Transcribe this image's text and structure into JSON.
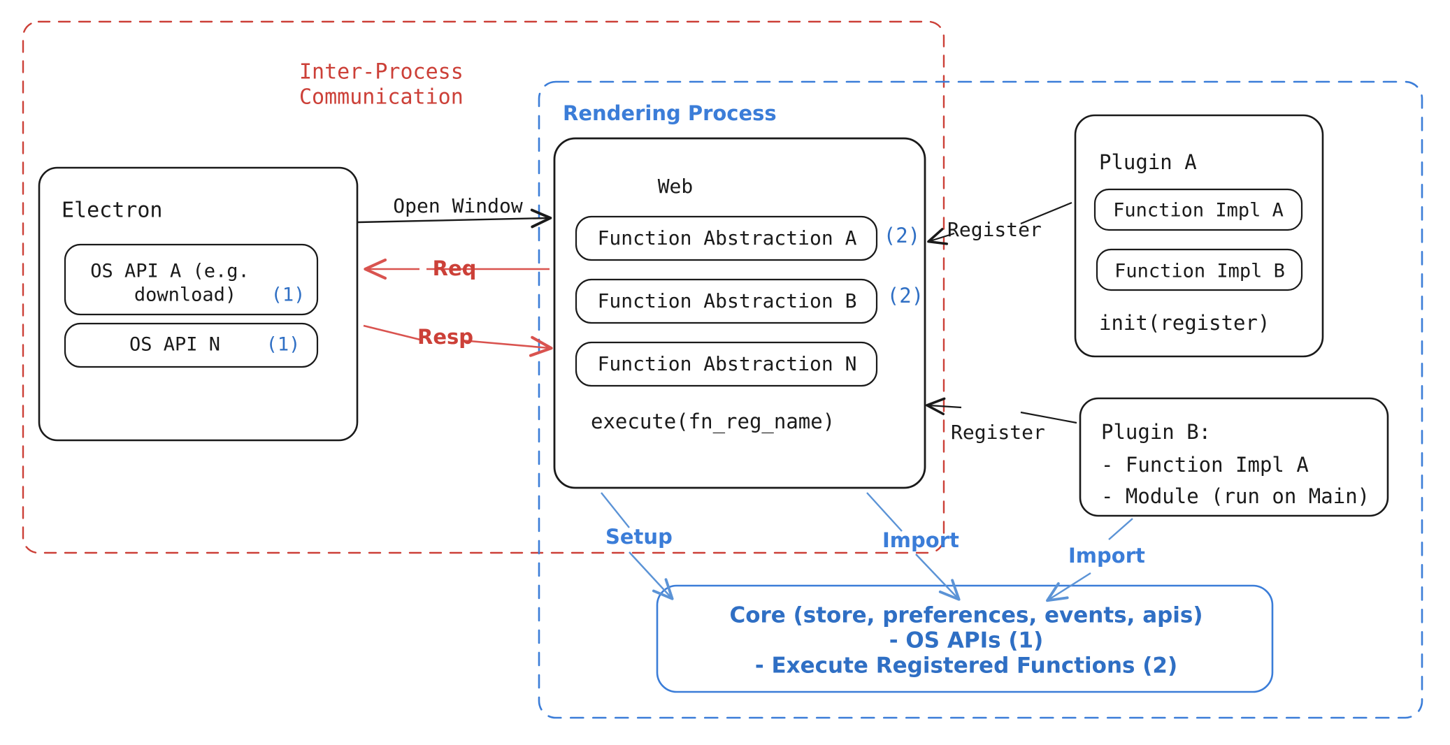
{
  "colors": {
    "ipc_red": "#cc4038",
    "render_blue": "#3b7dd8",
    "core_blue": "#2f6fc4",
    "node_stroke": "#1a1a1a",
    "text_dark": "#1a1a1a",
    "background": "#ffffff"
  },
  "groups": {
    "ipc": {
      "label_line1": "Inter-Process",
      "label_line2": "Communication",
      "style": "dashed-red"
    },
    "rendering": {
      "label": "Rendering Process",
      "style": "dashed-blue"
    }
  },
  "electron": {
    "title": "Electron",
    "apis": [
      {
        "line1": "OS API A (e.g.",
        "line2": "download)",
        "marker": "(1)"
      },
      {
        "line1": "OS API N",
        "line2": "",
        "marker": "(1)"
      }
    ]
  },
  "web": {
    "title": "Web",
    "abstractions": [
      {
        "label": "Function Abstraction A",
        "marker": "(2)"
      },
      {
        "label": "Function Abstraction B",
        "marker": "(2)"
      },
      {
        "label": "Function Abstraction N",
        "marker": ""
      }
    ],
    "footer": "execute(fn_reg_name)"
  },
  "plugin_a": {
    "title": "Plugin A",
    "functions": [
      "Function Impl A",
      "Function Impl B"
    ],
    "footer": "init(register)"
  },
  "plugin_b": {
    "title": "Plugin B:",
    "items": [
      "- Function Impl A",
      "- Module (run on Main)"
    ]
  },
  "core": {
    "line1": "Core (store, preferences, events, apis)",
    "line2": "- OS APIs (1)",
    "line3": "- Execute Registered Functions (2)"
  },
  "edges": {
    "open_window": "Open Window",
    "req": "Req",
    "resp": "Resp",
    "register_a": "Register",
    "register_b": "Register",
    "setup": "Setup",
    "import_web": "Import",
    "import_plugin": "Import"
  }
}
